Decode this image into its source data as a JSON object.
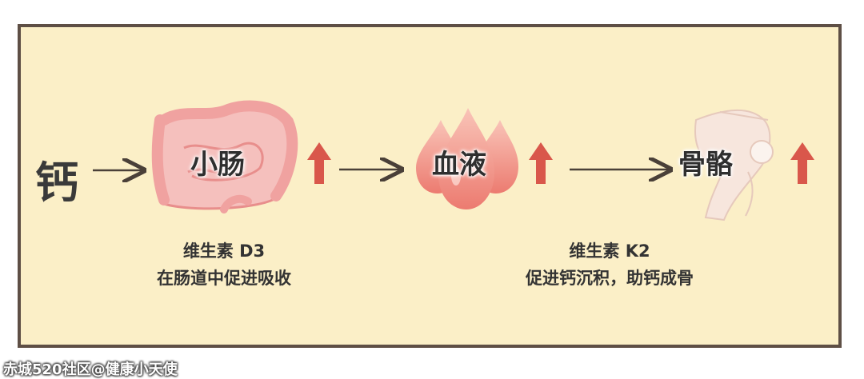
{
  "diagram": {
    "start_label": "钙",
    "stages": [
      {
        "label": "小肠",
        "icon": "small-intestine-icon"
      },
      {
        "label": "血液",
        "icon": "blood-drops-icon"
      },
      {
        "label": "骨骼",
        "icon": "knee-bone-icon"
      }
    ],
    "notes": [
      {
        "line1": "维生素 D3",
        "line2": "在肠道中促进吸收"
      },
      {
        "line1": "维生素 K2",
        "line2": "促进钙沉积，助钙成骨"
      }
    ],
    "colors": {
      "background": "#fbefc7",
      "border": "#5e4f45",
      "up_arrow": "#d9574b",
      "flow_arrow": "#4a4038",
      "intestine": "#f1a7a5",
      "blood": "#f08a7f"
    }
  },
  "watermark": "赤城520社区@健康小天使"
}
